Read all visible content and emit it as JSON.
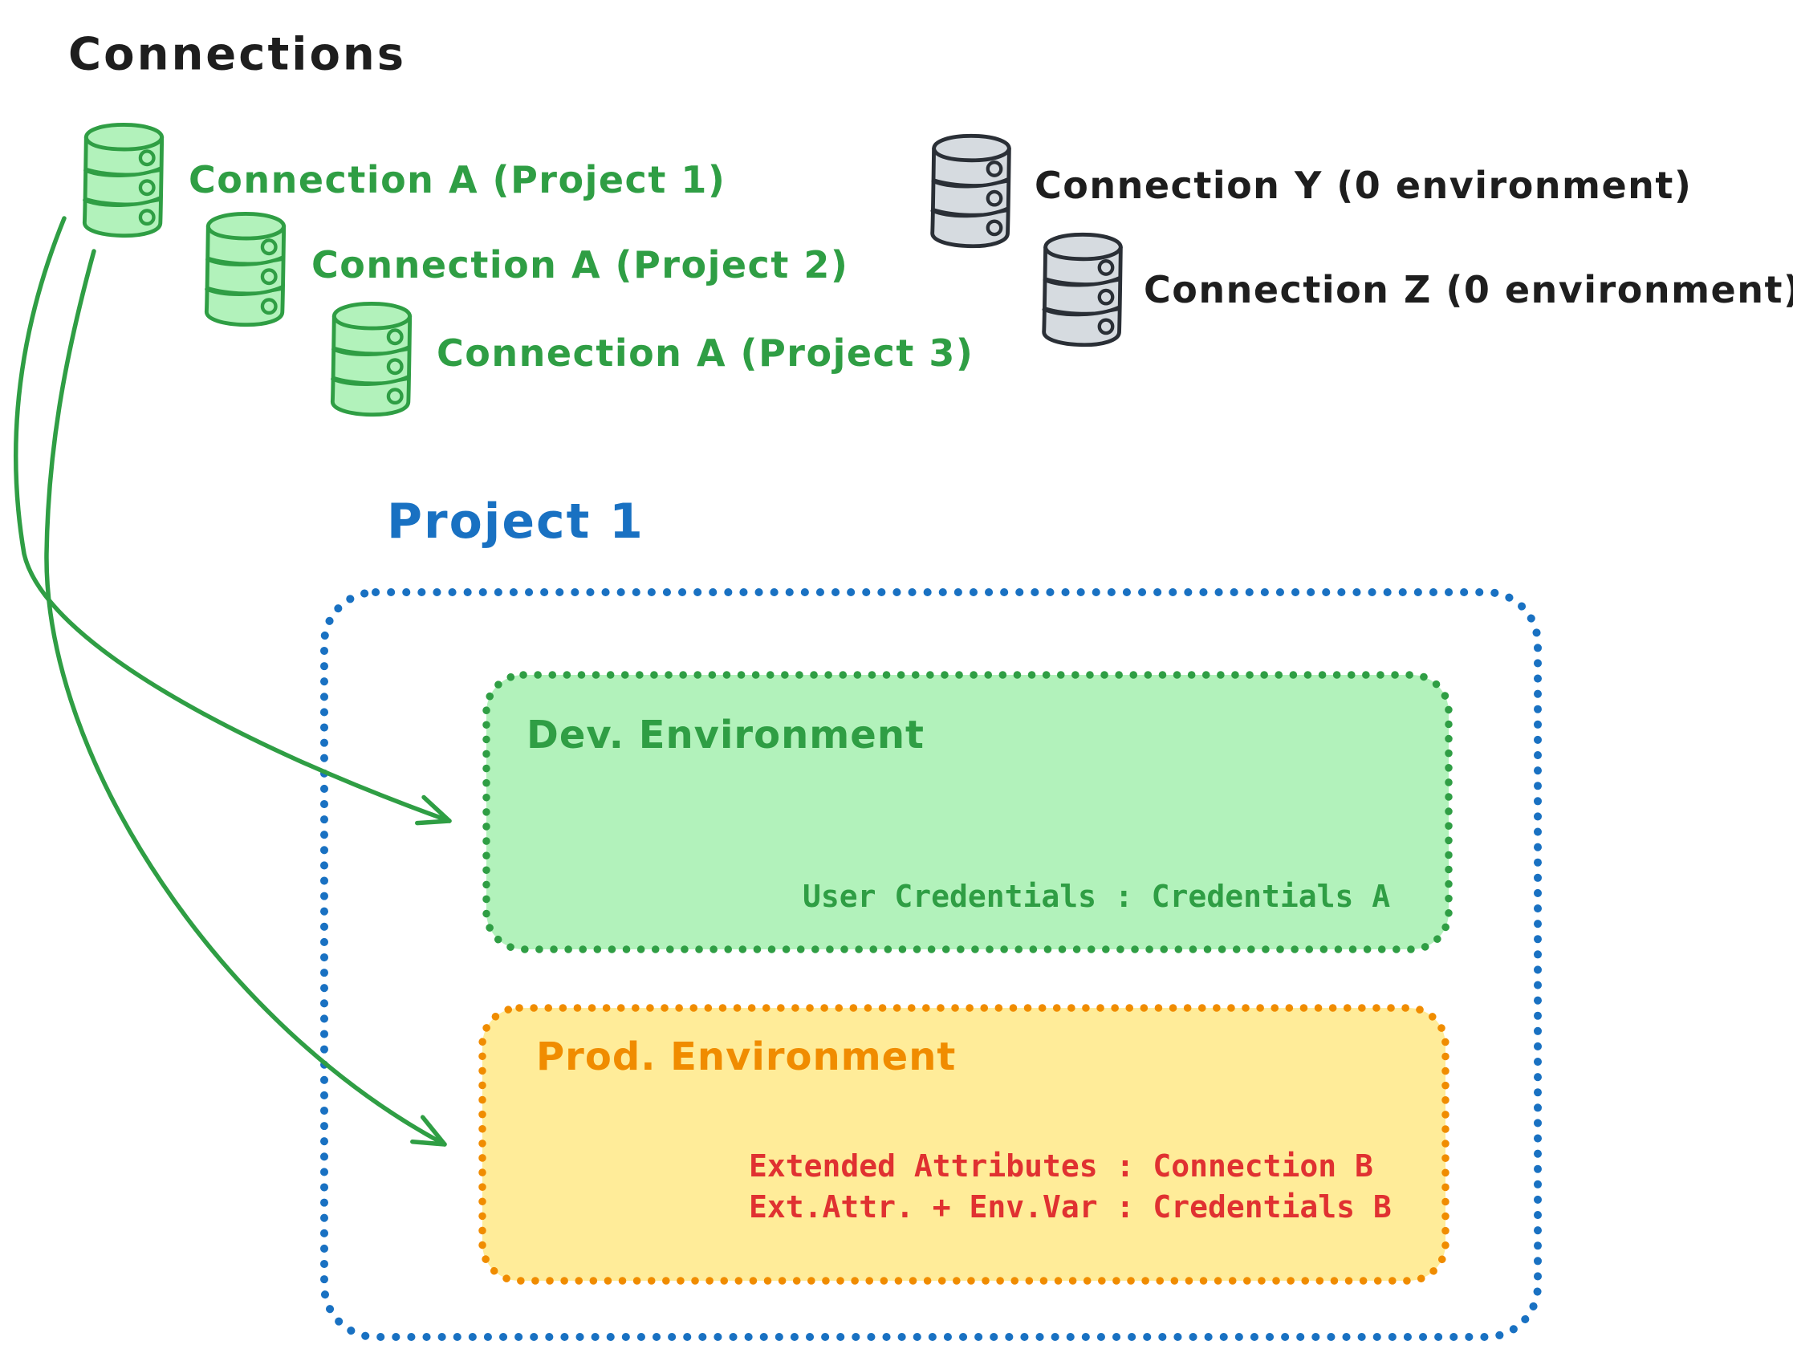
{
  "title": "Connections",
  "connections": {
    "project_a": [
      {
        "label": "Connection A (Project 1)"
      },
      {
        "label": "Connection A (Project 2)"
      },
      {
        "label": "Connection A (Project 3)"
      }
    ],
    "unassigned": [
      {
        "label": "Connection Y (0 environment)"
      },
      {
        "label": "Connection Z (0 environment)"
      }
    ]
  },
  "project": {
    "title": "Project 1",
    "environments": [
      {
        "name": "Dev. Environment",
        "credentials": [
          "User Credentials : Credentials A"
        ]
      },
      {
        "name": "Prod. Environment",
        "credentials": [
          "Extended Attributes : Connection B",
          "Ext.Attr. + Env.Var : Credentials B"
        ]
      }
    ]
  },
  "icons": {
    "database": "database-cylinder-icon",
    "arrow": "curved-arrow"
  },
  "colors": {
    "green_stroke": "#2f9e44",
    "green_fill": "#b2f2bb",
    "blue": "#1971c2",
    "orange_stroke": "#f08c00",
    "orange_fill": "#ffec99",
    "red_text": "#e03131",
    "black_text": "#1e1e1e",
    "gray_fill": "#d6dbe0"
  }
}
